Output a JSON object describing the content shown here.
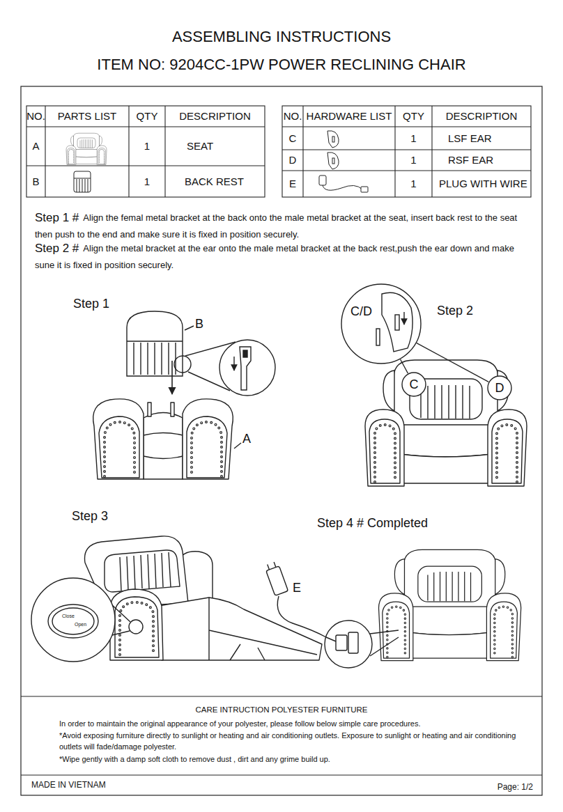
{
  "diagram": {
    "title": "ASSEMBLING INSTRUCTIONS",
    "nodes": [
      {
        "text": [
          "C/D"
        ]
      },
      {
        "text": [
          "C"
        ]
      },
      {
        "text": [
          "D"
        ]
      }
    ],
    "edges": [
      {
        "from": 1,
        "to": 0,
        "arrow": "none"
      },
      {
        "from": 2,
        "to": 0,
        "arrow": "none"
      }
    ],
    "labels": [
      "ITEM NO: 9204CC-1PW POWER RECLINING CHAIR",
      "NO.",
      "PARTS LIST",
      "QTY",
      "DESCRIPTION",
      "A",
      "1",
      "SEAT",
      "B",
      "1",
      "BACK REST",
      "NO.",
      "HARDWARE LIST",
      "QTY",
      "DESCRIPTION",
      "C",
      "1",
      "LSF EAR",
      "D",
      "1",
      "RSF EAR",
      "E",
      "1",
      "PLUG WITH WIRE",
      "Step 1 #",
      "Align the femal metal bracket at the back onto the male metal bracket at the seat, insert back rest to the seat then push to the end and make sure it is fixed in position securely.",
      "Step 2 #",
      "Align the metal bracket at the ear onto the male metal bracket at the back rest,push the ear down and make sune it is fixed in position securely.",
      "Step 1",
      "B",
      "A",
      "Step 2",
      "Step 3",
      "Close",
      "Open",
      "Step 4 # Completed",
      "E",
      "CARE INTRUCTION POLYESTER FURNITURE",
      "In order to maintain the original appearance of your polyester, please follow below simple care procedures.",
      "*Avoid exposing furniture directly to sunlight or heating and air conditioning outlets. Exposure to sunlight or heating and air conditioning outlets will fade/damage polyester.",
      "*Wipe gently with a damp soft cloth to remove dust , dirt and any grime build up.",
      "MADE IN VIETNAM",
      "Page: 1/2"
    ]
  }
}
